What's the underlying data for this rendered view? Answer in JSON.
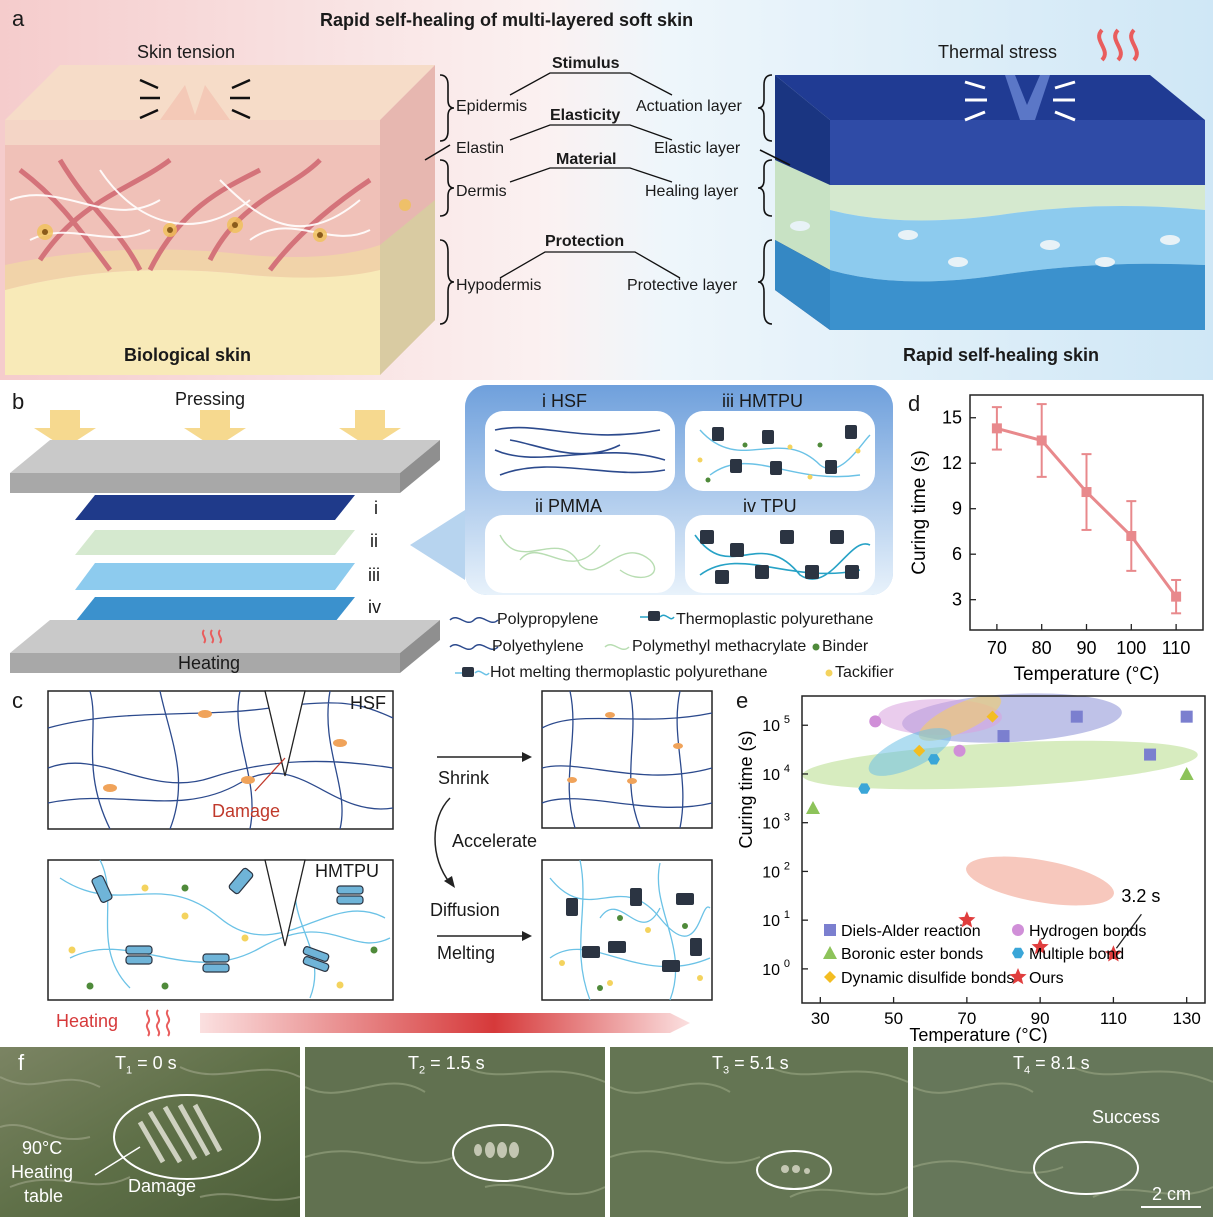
{
  "panel_a": {
    "letter": "a",
    "title": "Rapid self-healing of multi-layered soft skin",
    "left_caption": "Biological skin",
    "right_caption": "Rapid self-healing skin",
    "left_top_label": "Skin tension",
    "right_top_label": "Thermal stress",
    "left_layers": [
      "Epidermis",
      "Elastin",
      "Dermis",
      "Hypodermis"
    ],
    "right_layers": [
      "Actuation layer",
      "Elastic layer",
      "Healing layer",
      "Protective layer"
    ],
    "headers": [
      "Stimulus",
      "Elasticity",
      "Material",
      "Protection"
    ]
  },
  "panel_b": {
    "letter": "b",
    "pressing": "Pressing",
    "heating": "Heating",
    "layer_labels": [
      "i",
      "ii",
      "iii",
      "iv"
    ],
    "materials": [
      "i HSF",
      "iii HMTPU",
      "ii PMMA",
      "iv TPU"
    ],
    "legend": {
      "polypropylene": "Polypropylene",
      "tpu": "Thermoplastic polyurethane",
      "polyethylene": "Polyethylene",
      "pmma": "Polymethyl methacrylate",
      "binder": "Binder",
      "hmtpu": "Hot melting thermoplastic polyurethane",
      "tackifier": "Tackifier"
    }
  },
  "panel_c": {
    "letter": "c",
    "hsf": "HSF",
    "hmtpu": "HMTPU",
    "damage": "Damage",
    "shrink": "Shrink",
    "accelerate": "Accelerate",
    "diffusion": "Diffusion",
    "melting": "Melting",
    "heating": "Heating"
  },
  "chart_data": [
    {
      "panel": "d",
      "type": "line",
      "x": [
        70,
        80,
        90,
        100,
        110
      ],
      "y": [
        14.3,
        13.5,
        10.1,
        7.2,
        3.2
      ],
      "yerr": [
        1.4,
        2.4,
        2.5,
        2.3,
        1.1
      ],
      "xlabel": "Temperature (°C)",
      "ylabel": "Curing time (s)",
      "xticks": [
        70,
        80,
        90,
        100,
        110
      ],
      "yticks": [
        3,
        6,
        9,
        12,
        15
      ],
      "xlim": [
        64,
        116
      ],
      "ylim": [
        1,
        16.5
      ],
      "color": "#e8898c"
    },
    {
      "panel": "e",
      "type": "scatter",
      "xlabel": "Temperature (°C)",
      "ylabel": "Curing time (s)",
      "xticks": [
        30,
        50,
        70,
        90,
        110,
        130
      ],
      "yticks": [
        "10^0",
        "10^1",
        "10^2",
        "10^3",
        "10^4",
        "10^5"
      ],
      "ytick_exponents": [
        0,
        1,
        2,
        3,
        4,
        5
      ],
      "xlim": [
        25,
        135
      ],
      "ylim_log10": [
        -0.7,
        5.6
      ],
      "annotation": "3.2 s",
      "series": [
        {
          "name": "Diels-Alder reaction",
          "marker": "square",
          "color": "#7b7fcf",
          "x": [
            80,
            100,
            120,
            130
          ],
          "y": [
            60000,
            150000,
            25000,
            150000
          ]
        },
        {
          "name": "Hydrogen bonds",
          "marker": "circle",
          "color": "#d08fd8",
          "x": [
            45,
            68
          ],
          "y": [
            120000,
            30000
          ]
        },
        {
          "name": "Boronic ester bonds",
          "marker": "triangle",
          "color": "#8dc35a",
          "x": [
            28,
            130
          ],
          "y": [
            2000,
            10000
          ]
        },
        {
          "name": "Multiple bond",
          "marker": "hexagon",
          "color": "#3aa6d8",
          "x": [
            42,
            61
          ],
          "y": [
            5000,
            20000
          ]
        },
        {
          "name": "Dynamic disulfide bonds",
          "marker": "diamond",
          "color": "#f3bd22",
          "x": [
            57,
            77
          ],
          "y": [
            30000,
            150000
          ]
        },
        {
          "name": "Ours",
          "marker": "star",
          "color": "#e03d3d",
          "x": [
            70,
            90,
            110
          ],
          "y": [
            10,
            2.8,
            2.0
          ]
        }
      ]
    }
  ],
  "panel_d": {
    "letter": "d"
  },
  "panel_e": {
    "letter": "e"
  },
  "panel_f": {
    "letter": "f",
    "frames": [
      {
        "label_t": "T",
        "sub": "1",
        "value": " = 0 s"
      },
      {
        "label_t": "T",
        "sub": "2",
        "value": " = 1.5 s"
      },
      {
        "label_t": "T",
        "sub": "3",
        "value": " = 5.1 s"
      },
      {
        "label_t": "T",
        "sub": "4",
        "value": " = 8.1 s"
      }
    ],
    "heating_table": [
      "90°C",
      "Heating",
      "table"
    ],
    "damage": "Damage",
    "success": "Success",
    "scale_bar": "2 cm"
  },
  "colors": {
    "navy": "#1f3a8a",
    "light_green": "#cfe6cc",
    "sky": "#8ccbed",
    "blue": "#3a93cf",
    "pink_line": "#e8898c",
    "heating_red": "#d6393a"
  }
}
